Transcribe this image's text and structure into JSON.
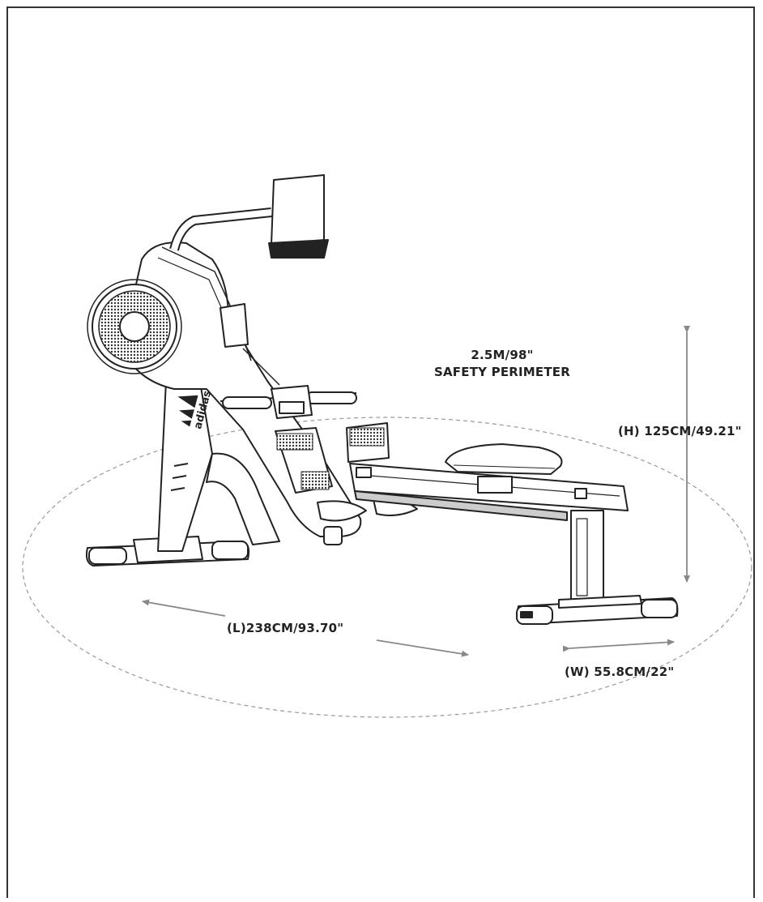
{
  "labels": {
    "safety_value": "2.5M/98\"",
    "safety_caption": "SAFETY PERIMETER",
    "height": "(H) 125CM/49.21\"",
    "length": "(L)238CM/93.70\"",
    "width": "(W) 55.8CM/22\""
  },
  "logo": {
    "text": "adidas"
  },
  "icons": [
    "rowing-machine-icon",
    "dimension-arrow-icon"
  ],
  "colors": {
    "line": "#222222",
    "arrow": "#888888",
    "perimeter": "#999999",
    "background": "#ffffff"
  }
}
